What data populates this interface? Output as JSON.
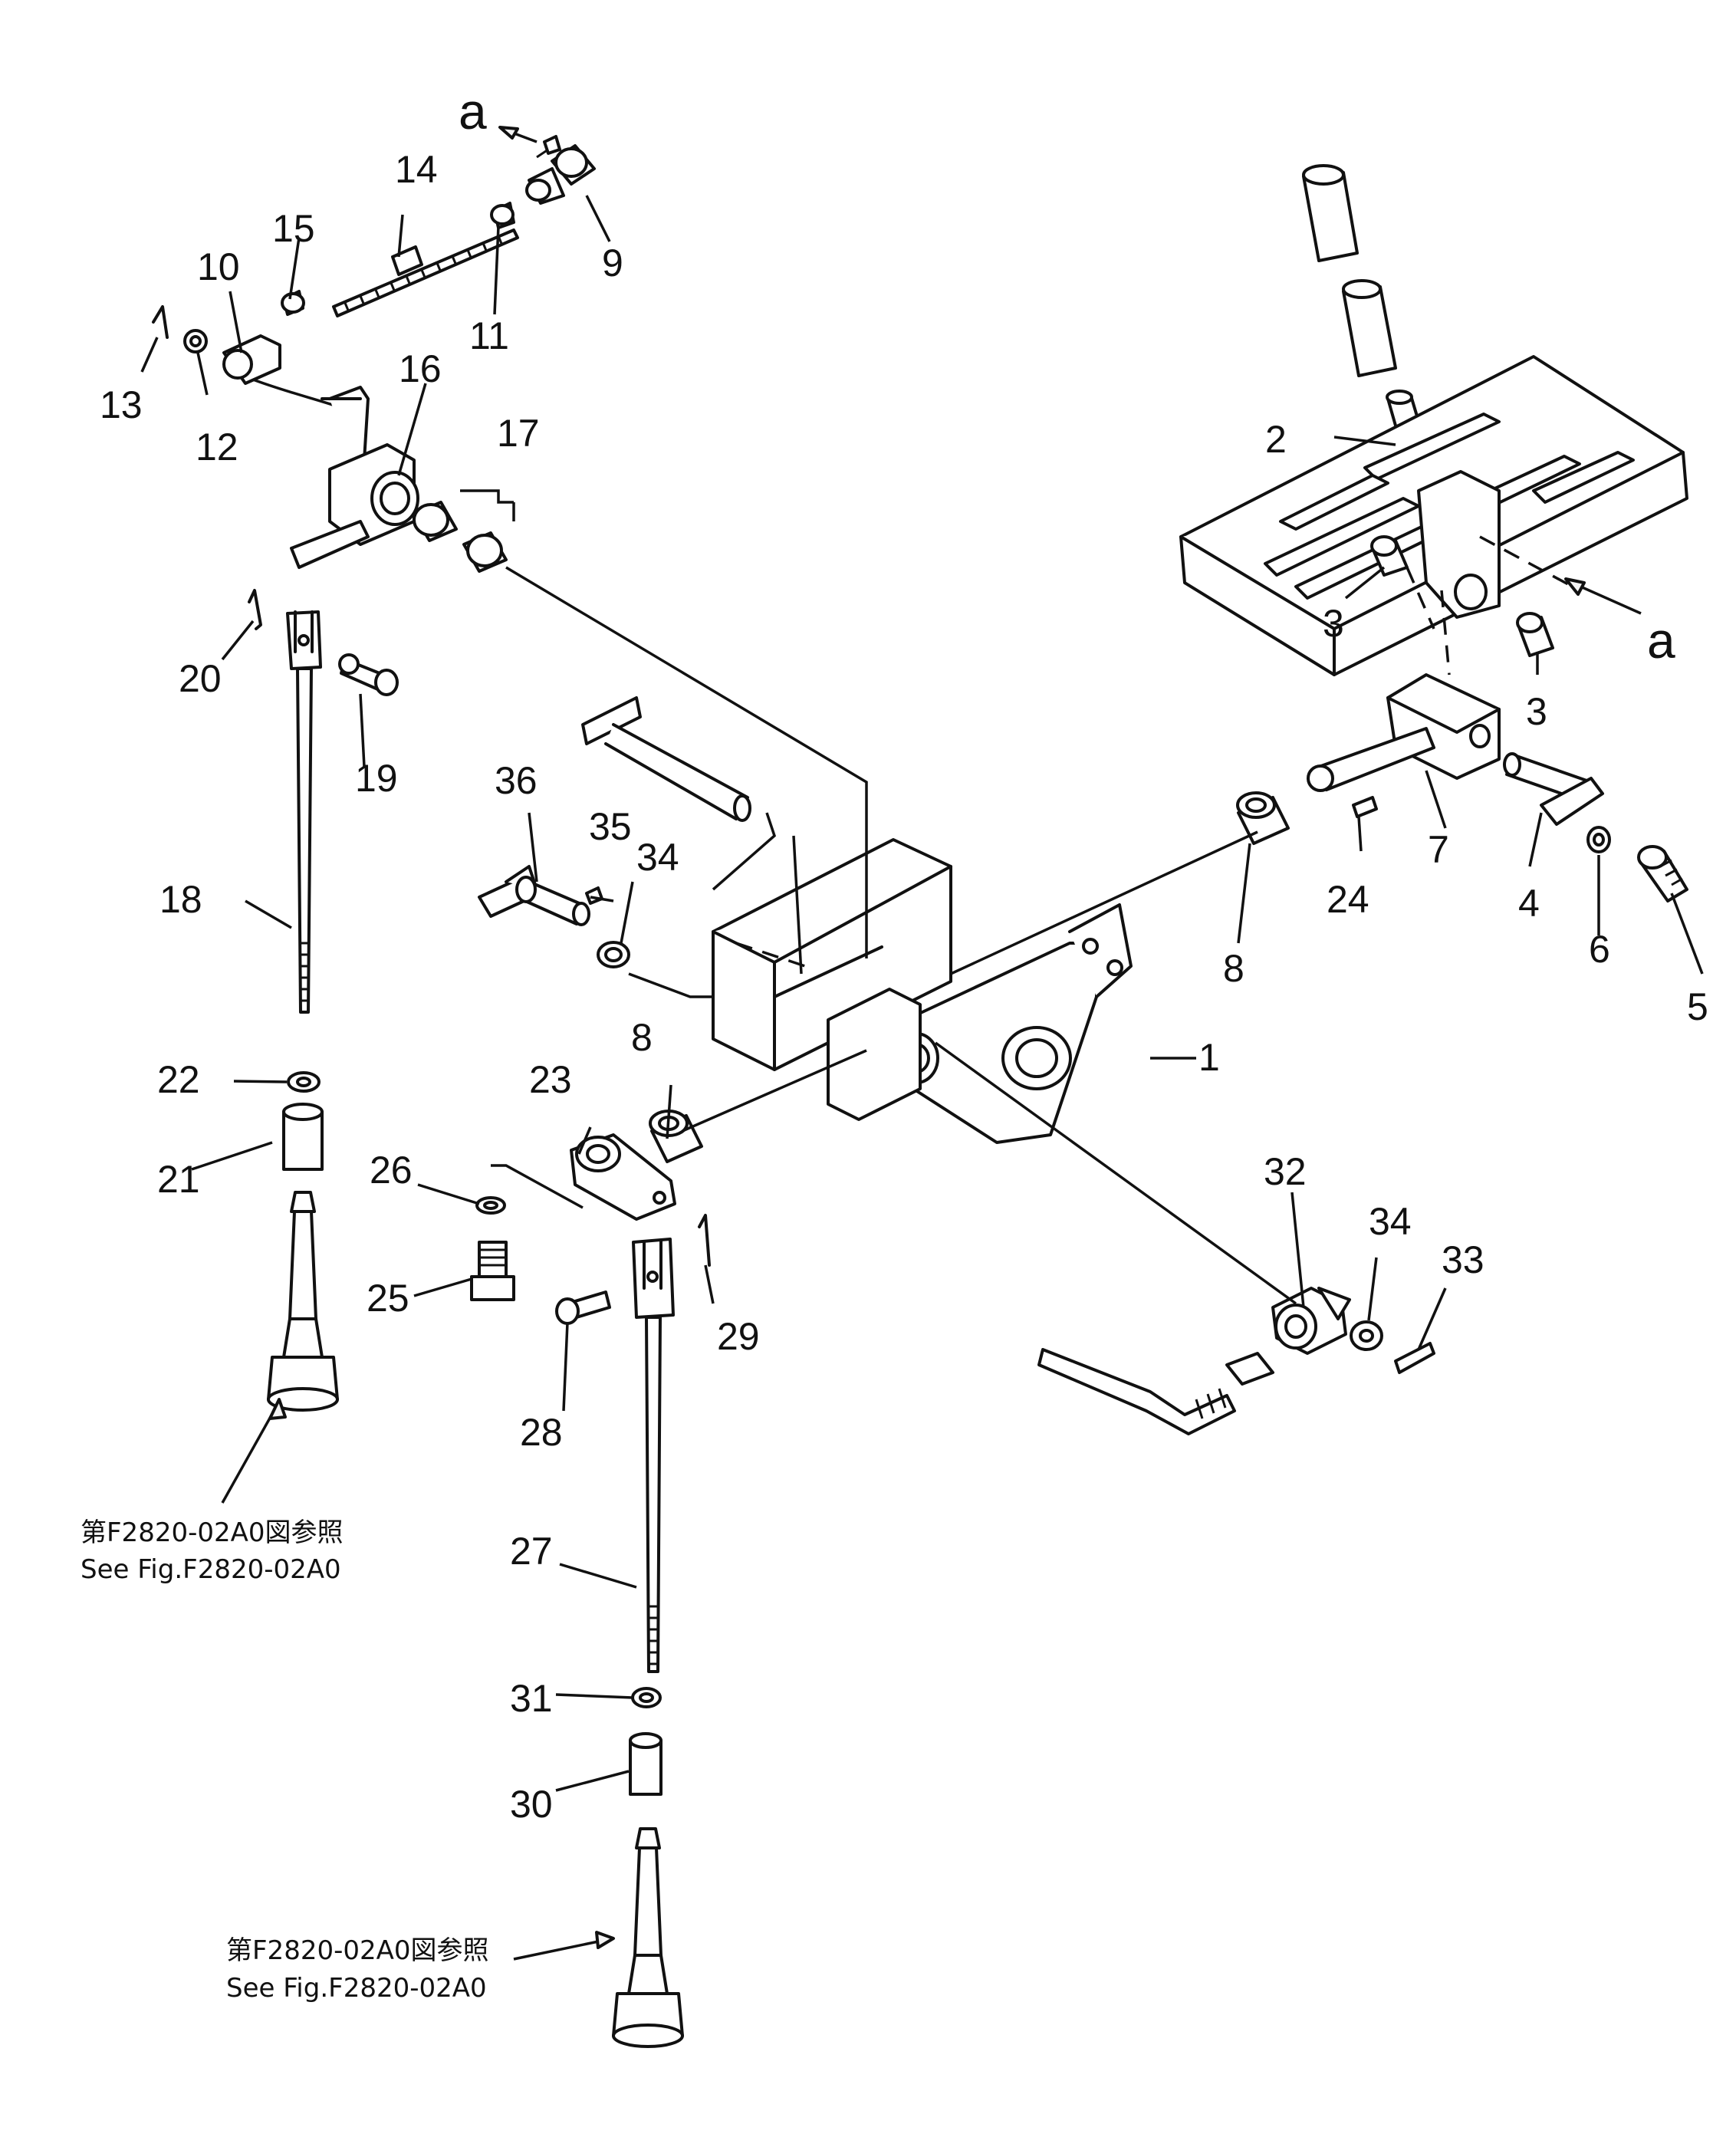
{
  "callouts": [
    "1",
    "2",
    "3",
    "3",
    "4",
    "5",
    "6",
    "7",
    "8",
    "8",
    "9",
    "10",
    "11",
    "12",
    "13",
    "14",
    "15",
    "16",
    "17",
    "18",
    "19",
    "20",
    "21",
    "22",
    "23",
    "24",
    "25",
    "26",
    "27",
    "28",
    "29",
    "30",
    "31",
    "32",
    "33",
    "34",
    "34",
    "35",
    "36"
  ],
  "view_markers": [
    "a",
    "a"
  ],
  "references": [
    {
      "jp": "第F2820-02A0図参照",
      "en": "See Fig.F2820-02A0"
    },
    {
      "jp": "第F2820-02A0図参照",
      "en": "See Fig.F2820-02A0"
    }
  ]
}
